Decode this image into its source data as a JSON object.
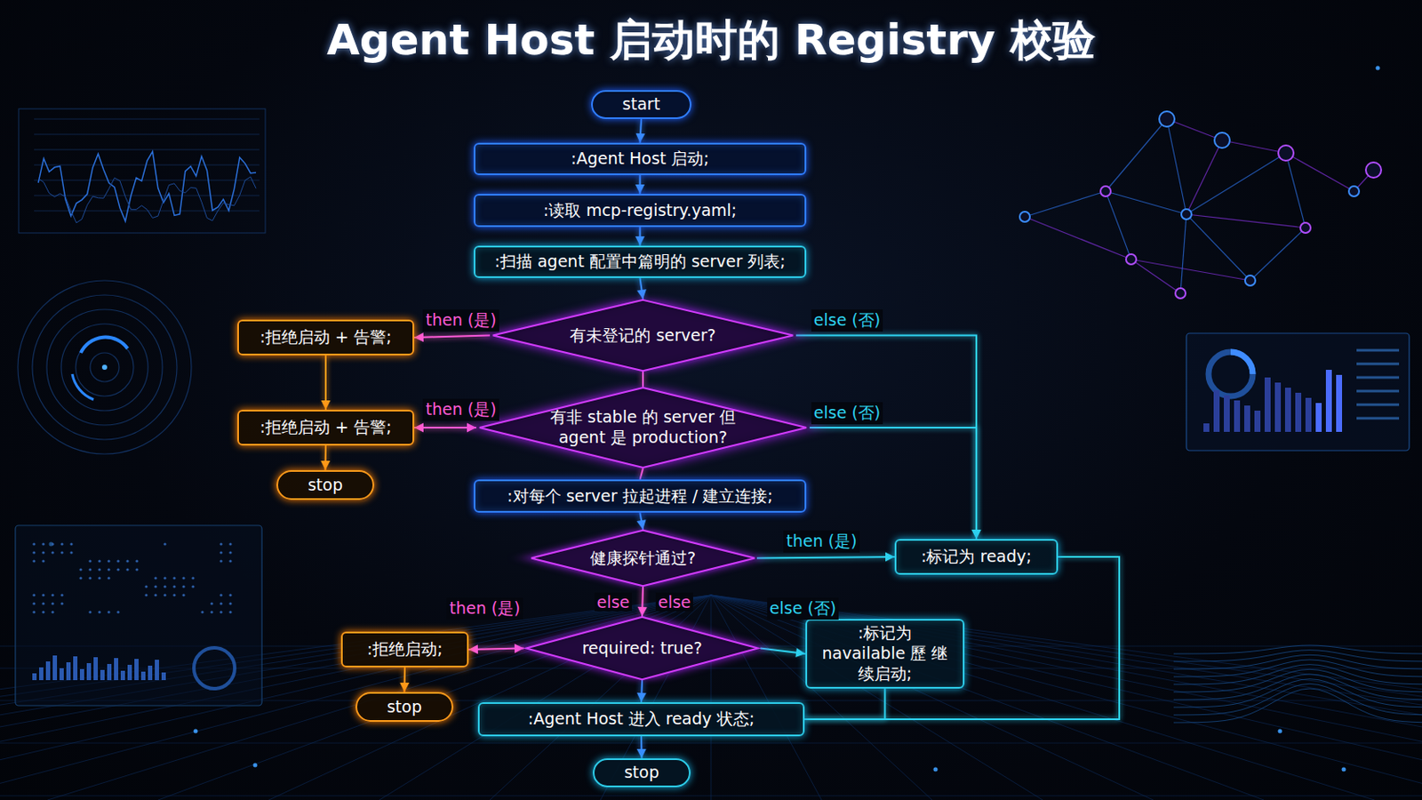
{
  "diagram": {
    "title": "Agent Host 启动时的 Registry 校验",
    "nodes": [
      {
        "text": [
          "start"
        ]
      },
      {
        "text": [
          ":Agent Host 启动;"
        ]
      },
      {
        "text": [
          ":读取 mcp-registry.yaml;"
        ]
      },
      {
        "text": [
          ":扫描 agent 配置中篇明的 server 列表;"
        ]
      },
      {
        "text": [
          "有未登记的 server?"
        ]
      },
      {
        "text": [
          ":拒绝启动 + 告警;"
        ]
      },
      {
        "text": [
          "有非 stable 的 server 但 agent 是 production?"
        ]
      },
      {
        "text": [
          ":拒绝启动 + 告警;"
        ]
      },
      {
        "text": [
          "stop"
        ]
      },
      {
        "text": [
          ":对每个 server 拉起进程 / 建立连接;"
        ]
      },
      {
        "text": [
          "健康探针通过?"
        ]
      },
      {
        "text": [
          ":标记为 ready;"
        ]
      },
      {
        "text": [
          "required: true?"
        ]
      },
      {
        "text": [
          ":拒绝启动;"
        ]
      },
      {
        "text": [
          "stop"
        ]
      },
      {
        "text": [
          ":标记为 navailable 歷 继续启动;"
        ]
      },
      {
        "text": [
          ":Agent Host 进入 ready 状态;"
        ]
      },
      {
        "text": [
          "stop"
        ]
      }
    ],
    "edges": [
      {
        "from": 0,
        "to": 1,
        "arrow": "to"
      },
      {
        "from": 1,
        "to": 2,
        "arrow": "to"
      },
      {
        "from": 2,
        "to": 3,
        "arrow": "to"
      },
      {
        "from": 3,
        "to": 4,
        "arrow": "to"
      },
      {
        "from": 4,
        "to": 5,
        "label": "then (是)",
        "arrow": "to"
      },
      {
        "from": 4,
        "to": 11,
        "label": "else (否)",
        "arrow": "to"
      },
      {
        "from": 4,
        "to": 6,
        "arrow": "none"
      },
      {
        "from": 5,
        "to": 7,
        "arrow": "to"
      },
      {
        "from": 6,
        "to": 7,
        "label": "then (是)",
        "arrow": "both"
      },
      {
        "from": 6,
        "to": 11,
        "label": "else (否)",
        "arrow": "to"
      },
      {
        "from": 6,
        "to": 9,
        "arrow": "none"
      },
      {
        "from": 7,
        "to": 8,
        "arrow": "to"
      },
      {
        "from": 9,
        "to": 10,
        "arrow": "to"
      },
      {
        "from": 10,
        "to": 11,
        "label": "then (是)",
        "arrow": "to"
      },
      {
        "from": 10,
        "to": 12,
        "label": "else",
        "arrow": "to"
      },
      {
        "from": 12,
        "to": 13,
        "label": "then (是)",
        "arrow": "both"
      },
      {
        "from": 12,
        "to": 15,
        "label": "else (否)",
        "arrow": "to"
      },
      {
        "from": 13,
        "to": 14,
        "arrow": "to"
      },
      {
        "from": 12,
        "to": 16,
        "arrow": "to"
      },
      {
        "from": 15,
        "to": 16,
        "arrow": "none"
      },
      {
        "from": 11,
        "to": 16,
        "arrow": "none"
      },
      {
        "from": 16,
        "to": 17,
        "arrow": "to"
      }
    ],
    "labels": [
      "else"
    ]
  }
}
